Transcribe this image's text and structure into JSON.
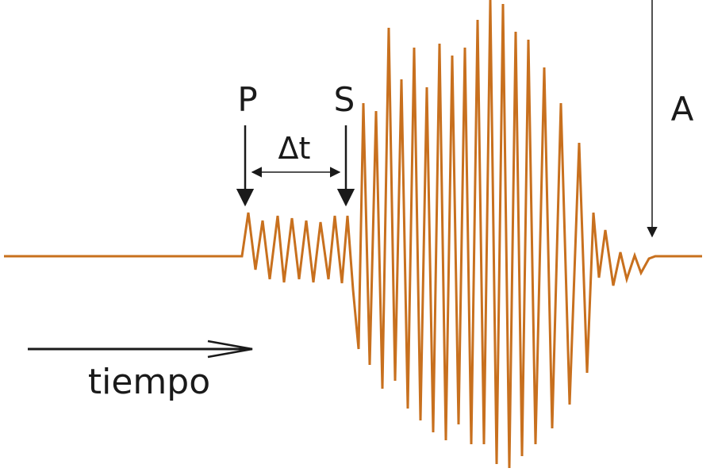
{
  "labels": {
    "p_wave": "P",
    "s_wave": "S",
    "interval": "Δt",
    "amplitude": "A",
    "time": "tiempo"
  },
  "colors": {
    "trace": "#c8701e",
    "annotation": "#1a1a1a",
    "background": "#ffffff"
  }
}
